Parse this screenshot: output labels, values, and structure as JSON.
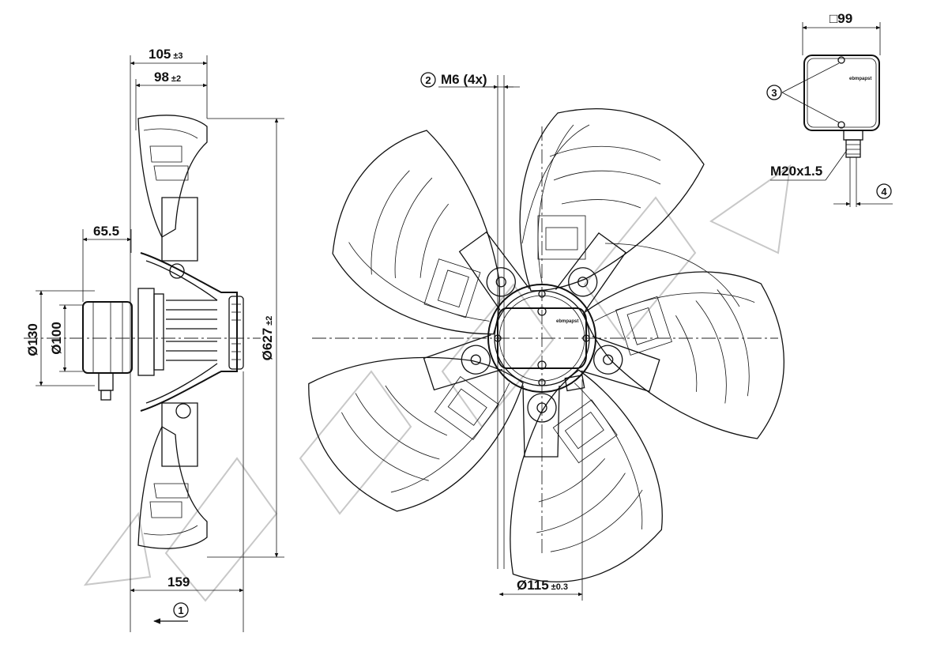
{
  "dimensions": {
    "overall_depth": "105",
    "overall_depth_tol": "±3",
    "guard_depth": "98",
    "guard_depth_tol": "±2",
    "motor_offset": "65.5",
    "motor_diameter_outer": "Ø130",
    "motor_diameter_inner": "Ø100",
    "impeller_diameter": "Ø627",
    "impeller_diameter_tol": "±2",
    "base_depth": "159",
    "hub_diameter": "Ø115",
    "hub_diameter_tol": "±0.3",
    "mount_thread": "M6 (4x)",
    "box_size": "□99",
    "gland_thread": "M20x1.5"
  },
  "callouts": {
    "c1": "1",
    "c2": "2",
    "c3": "3",
    "c4": "4"
  },
  "brand_mark": "ebmpapst"
}
